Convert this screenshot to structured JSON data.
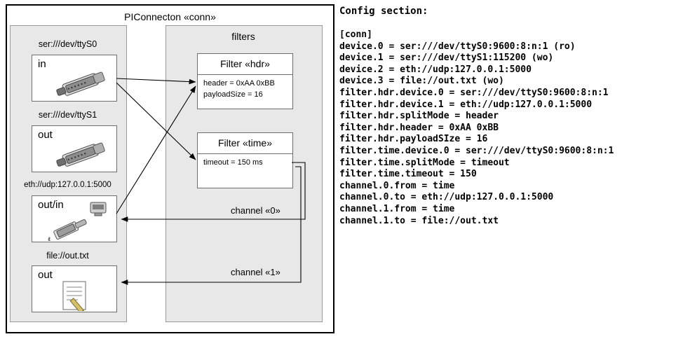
{
  "diagram": {
    "outer_title": "PIConnecton «conn»",
    "left_panel": {
      "groups": [
        {
          "caption": "ser:///dev/ttyS0",
          "node_label": "in",
          "icon": "serial-port-icon"
        },
        {
          "caption": "ser:///dev/ttyS1",
          "node_label": "out",
          "icon": "serial-port-icon"
        },
        {
          "caption": "eth://udp:127.0.0.1:5000",
          "node_label": "out/in",
          "icon": "network-plug-icon"
        },
        {
          "caption": "file://out.txt",
          "node_label": "out",
          "icon": "text-file-icon"
        }
      ]
    },
    "right_panel": {
      "title": "filters",
      "filters": [
        {
          "title": "Filter «hdr»",
          "lines": [
            "header = 0xAA 0xBB",
            "payloadSize = 16"
          ]
        },
        {
          "title": "Filter «time»",
          "lines": [
            "timeout = 150 ms"
          ]
        }
      ],
      "channels": [
        {
          "label": "channel «0»"
        },
        {
          "label": "channel «1»"
        }
      ]
    }
  },
  "config": {
    "title": "Config section:",
    "text": "[conn]\ndevice.0 = ser:///dev/ttyS0:9600:8:n:1 (ro)\ndevice.1 = ser:///dev/ttyS1:115200 (wo)\ndevice.2 = eth://udp:127.0.0.1:5000\ndevice.3 = file://out.txt (wo)\nfilter.hdr.device.0 = ser:///dev/ttyS0:9600:8:n:1\nfilter.hdr.device.1 = eth://udp:127.0.0.1:5000\nfilter.hdr.splitMode = header\nfilter.hdr.header = 0xAA 0xBB\nfilter.hdr.payloadSIze = 16\nfilter.time.device.0 = ser:///dev/ttyS0:9600:8:n:1\nfilter.time.splitMode = timeout\nfilter.time.timeout = 150\nchannel.0.from = time\nchannel.0.to = eth://udp:127.0.0.1:5000\nchannel.1.from = time\nchannel.1.to = file://out.txt"
  },
  "colors": {
    "panel_bg": "#e8e8e8",
    "border": "#000000",
    "node_border": "#6e6e6e"
  }
}
